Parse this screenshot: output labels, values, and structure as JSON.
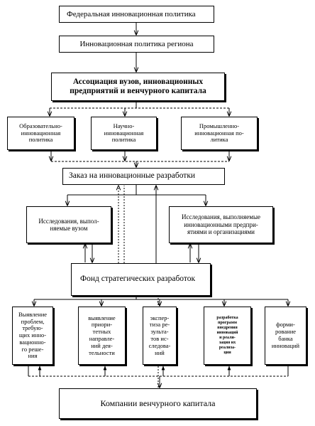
{
  "boxes": {
    "federal": "Федеральная инновационная политика",
    "regional": "Инновационная политика региона",
    "association": "Ассоциация вузов, инновационных\nпредприятий и венчурного капитала",
    "educational": "Образовательно-\nинновационная\nполитика",
    "scientific": "Научно-\nинновационная\nполитика",
    "industrial": "Промышленно-\nинновационная по-\nлитика",
    "order": "Заказ на инновационные разработки",
    "university_research": "Исследования, выпол-\nняемые вузом",
    "enterprise_research": "Исследования, выполняемые\nинновационными предпри-\nятиями и организациями",
    "fund": "Фонд стратегических разработок",
    "result_problems": "Выявление\nпроблем,\nтребую-\nщих инно-\nвационно-\nго реше-\nния",
    "result_priorities": "выявление\nприори-\nтетных\nнаправле-\nний дея-\nтельности",
    "result_expertise": "экспер-\nтиза ре-\nзульта-\nтов ис-\nследова-\nний",
    "result_development": "разработка\nпрограмм\nвнедрения\nинноваций\nи реали-\nзация их\nреализа-\nции",
    "result_bank": "форми-\nрование\nбанка\nинноваций",
    "venture": "Компании венчурного капитала"
  },
  "colors": {
    "line": "#000000",
    "background": "#ffffff"
  }
}
